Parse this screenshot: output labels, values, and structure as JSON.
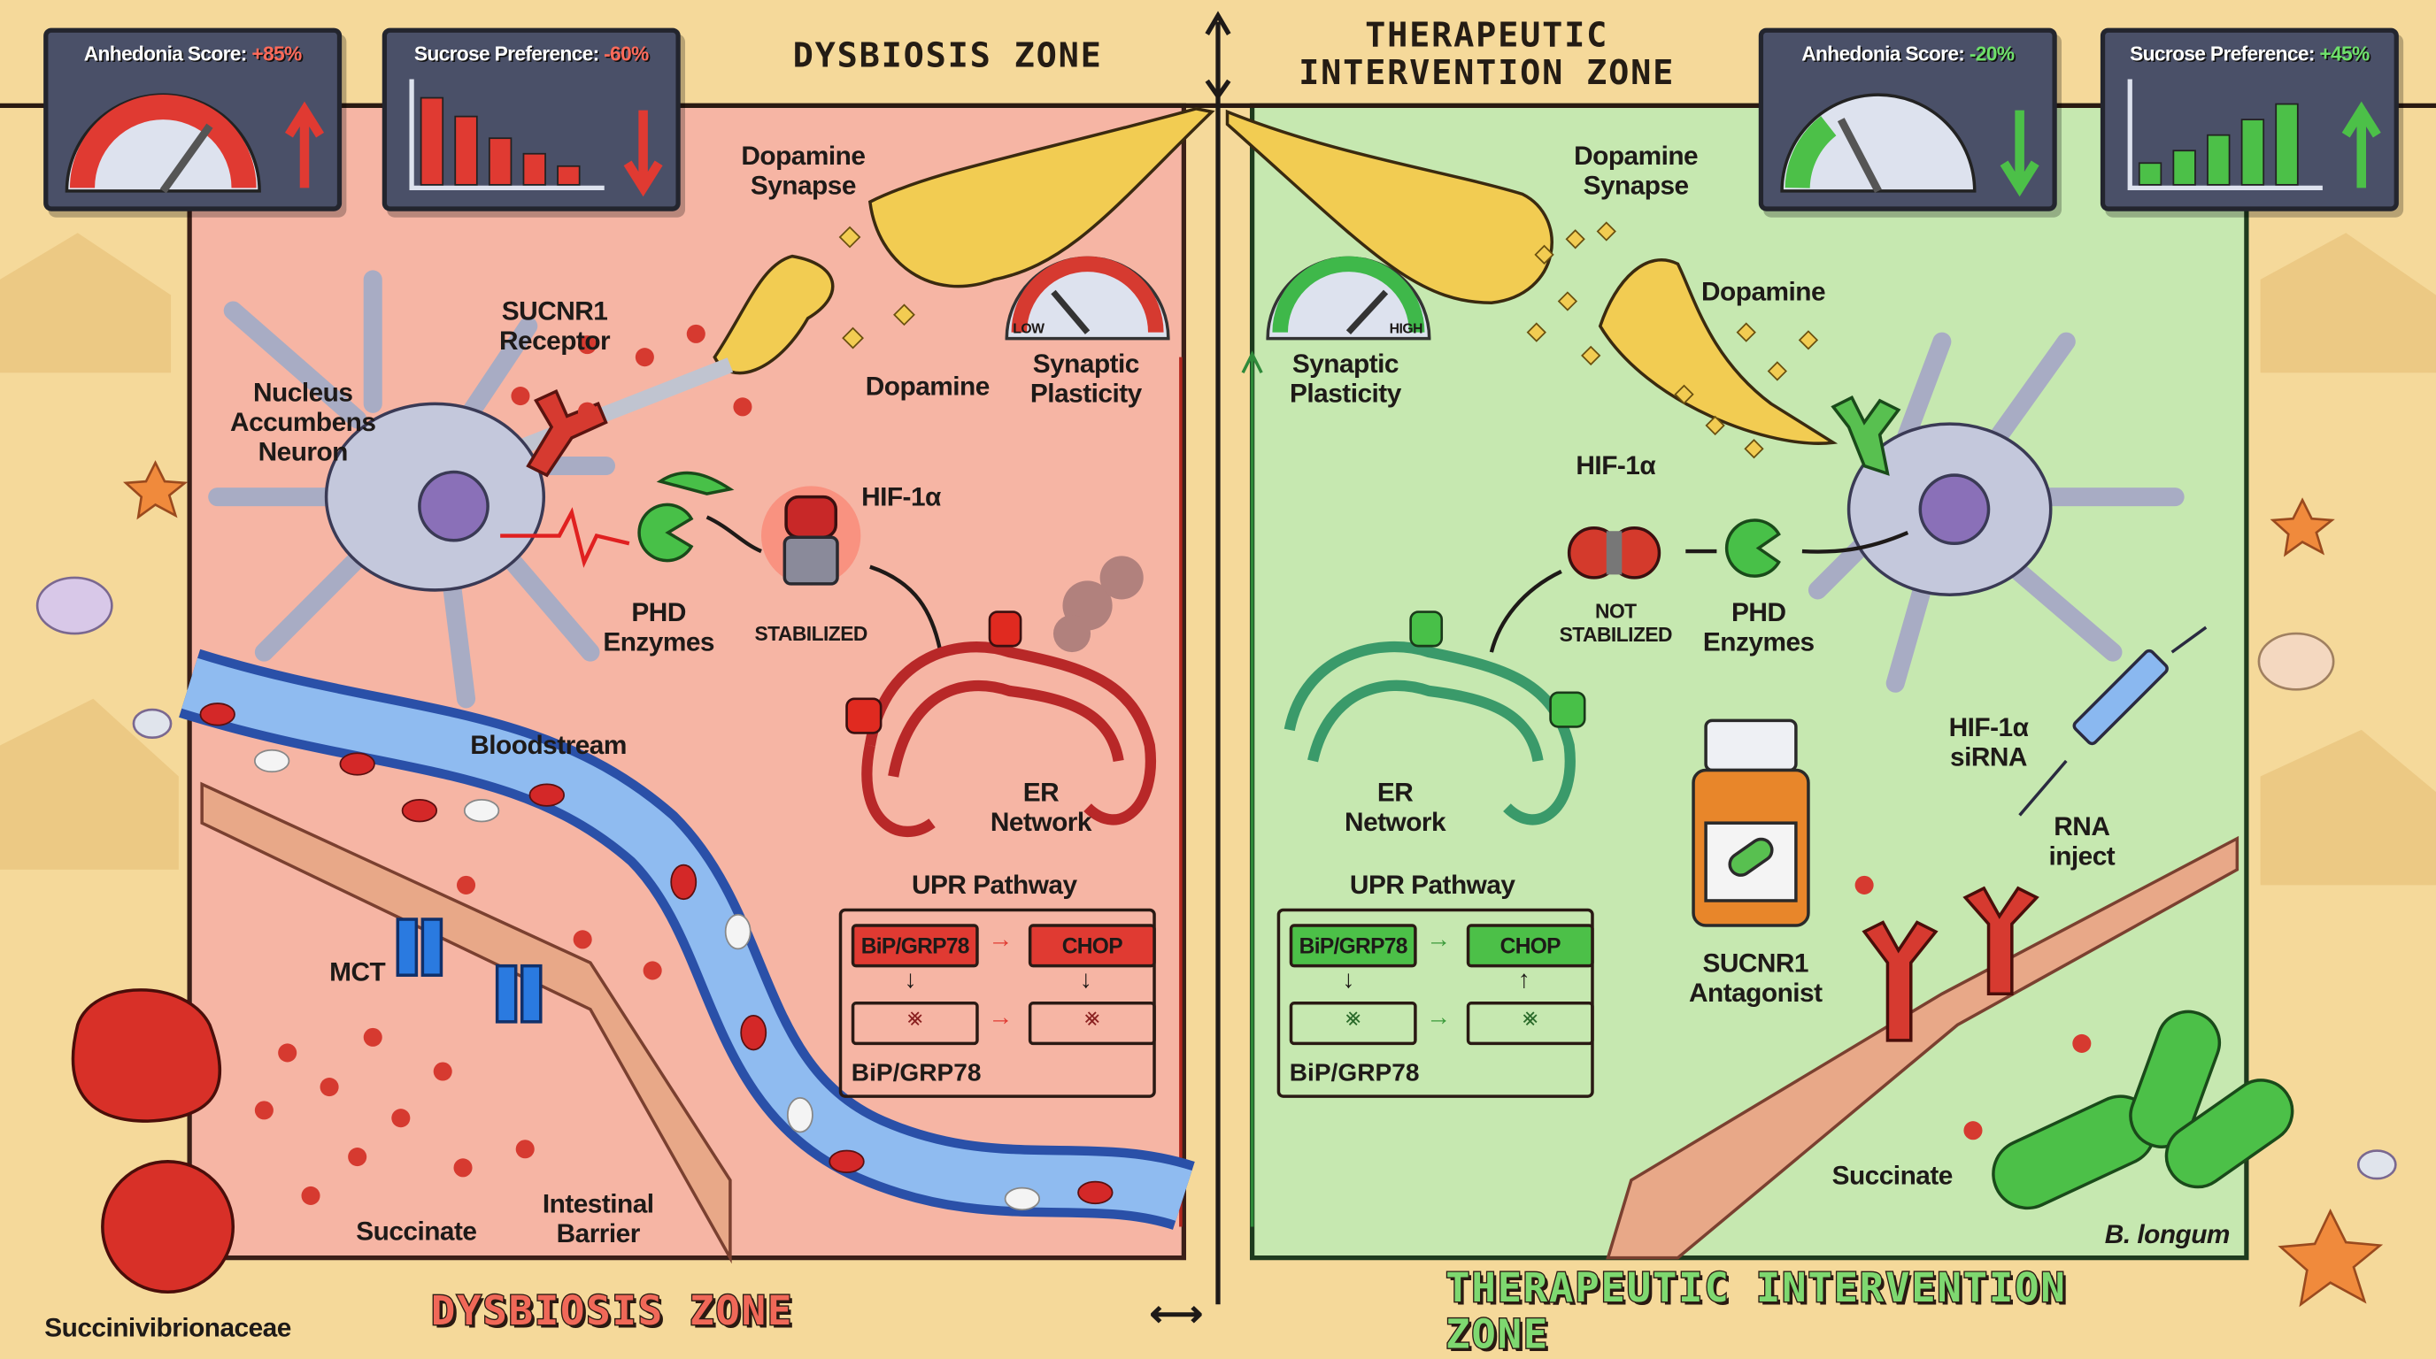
{
  "header": {
    "left_zone_title": "DYSBIOSIS ZONE",
    "right_zone_title": "THERAPEUTIC\nINTERVENTION ZONE"
  },
  "metrics": {
    "dysbiosis": {
      "anhedonia": {
        "label": "Anhedonia Score:",
        "value": "+85%",
        "gauge_level_percent": 85,
        "trend": "up"
      },
      "sucrose": {
        "label": "Sucrose Preference:",
        "value": "-60%",
        "trend": "down"
      }
    },
    "therapeutic": {
      "anhedonia": {
        "label": "Anhedonia Score:",
        "value": "-20%",
        "gauge_level_percent": 20,
        "trend": "down"
      },
      "sucrose": {
        "label": "Sucrose Preference:",
        "value": "+45%",
        "trend": "up"
      }
    }
  },
  "dysbiosis_panel": {
    "dopamine_synapse": "Dopamine\nSynapse",
    "sucnr1_receptor": "SUCNR1\nReceptor",
    "neuron": "Nucleus\nAccumbens\nNeuron",
    "dopamine": "Dopamine",
    "synaptic_plasticity": "Synaptic\nPlasticity",
    "gauge_low": "LOW",
    "hif": "HIF-1α",
    "phd": "PHD\nEnzymes",
    "stabilized": "STABILIZED",
    "bloodstream": "Bloodstream",
    "er_network": "ER\nNetwork",
    "upr": {
      "title": "UPR Pathway",
      "node1": "BiP/GRP78",
      "node2": "CHOP",
      "footer": "BiP/GRP78"
    },
    "mct": "MCT",
    "succinate": "Succinate",
    "intestinal_barrier": "Intestinal\nBarrier",
    "bacteria": "Succinivibrionaceae"
  },
  "therapeutic_panel": {
    "dopamine_synapse": "Dopamine\nSynapse",
    "dopamine": "Dopamine",
    "synaptic_plasticity": "Synaptic\nPlasticity",
    "gauge_high": "HIGH",
    "hif": "HIF-1α",
    "not_stabilized": "NOT\nSTABILIZED",
    "phd": "PHD\nEnzymes",
    "er_network": "ER\nNetwork",
    "upr": {
      "title": "UPR Pathway",
      "node1": "BiP/GRP78",
      "node2": "CHOP",
      "footer": "BiP/GRP78"
    },
    "sirna": "HIF-1α\nsiRNA",
    "rna_inject": "RNA\ninject",
    "antagonist": "SUCNR1\nAntagonist",
    "succinate": "Succinate",
    "bacteria": "B. longum"
  },
  "footer": {
    "left_zone": "DYSBIOSIS ZONE",
    "right_zone": "THERAPEUTIC INTERVENTION ZONE"
  },
  "colors": {
    "sand": "#f5d99a",
    "dysbiosis_bg": "#f6b5a4",
    "therapeutic_bg": "#c6e8b0",
    "danger": "#e03a32",
    "healthy": "#3fb84a",
    "card": "#4a5068"
  }
}
